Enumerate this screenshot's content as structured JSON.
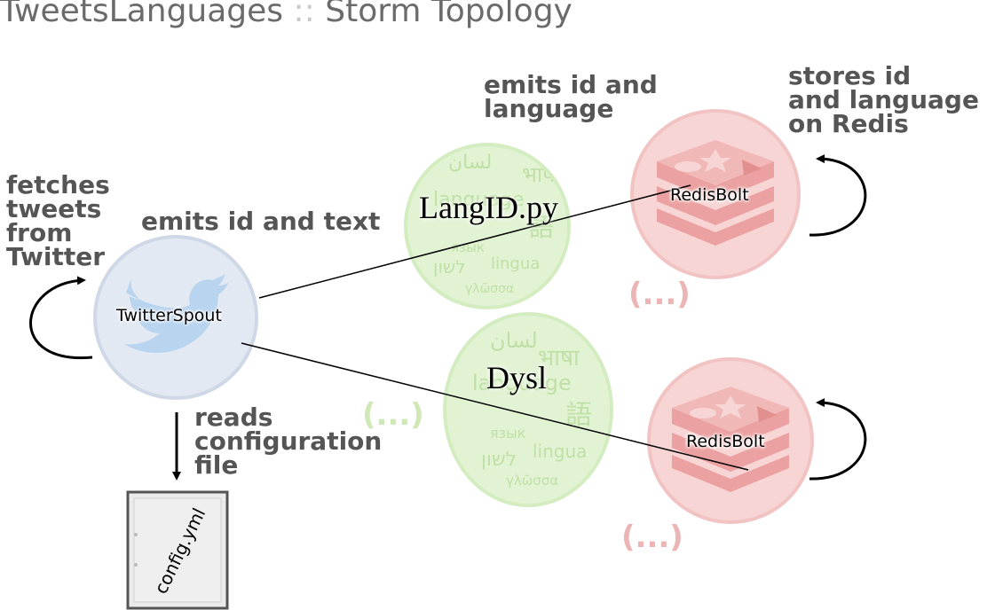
{
  "title": {
    "app": "TweetsLanguages",
    "separator": "::",
    "subtitle": "Storm Topology"
  },
  "annotations": {
    "fetches": "fetches\ntweets\nfrom\nTwitter",
    "emits_text": "emits id and text",
    "emits_language": "emits id and\nlanguage",
    "stores": "stores id\nand language\non Redis",
    "reads_config": "reads\nconfiguration\nfile"
  },
  "nodes": {
    "spout": {
      "label": "TwitterSpout",
      "icon": "twitter-bird-icon",
      "fill": "#e3e9f3",
      "stroke": "#cfd8e6"
    },
    "langid": {
      "label": "LangID.py",
      "icon": "languages-word-cloud-icon",
      "fill": "#e2f3d3",
      "stroke": "#d3ecc0"
    },
    "dysl": {
      "label": "Dysl",
      "icon": "languages-word-cloud-icon",
      "fill": "#e2f3d3",
      "stroke": "#d3ecc0"
    },
    "redis1": {
      "label": "RedisBolt",
      "icon": "redis-logo-icon",
      "fill": "#f8d5d5",
      "stroke": "#f2c3c3"
    },
    "redis2": {
      "label": "RedisBolt",
      "icon": "redis-logo-icon",
      "fill": "#f8d5d5",
      "stroke": "#f2c3c3"
    }
  },
  "ellipses": {
    "bolts": "(...)",
    "redis1": "(...)",
    "redis2": "(...)"
  },
  "language_words": {
    "arabic": "لسان",
    "hindi": "भाषा",
    "language": "language",
    "chinese": "語",
    "russian": "язык",
    "hebrew": "לשון",
    "italian": "lingua",
    "greek": "γλῶσσα"
  },
  "config_file": {
    "label": "config.yml",
    "icon": "document-icon"
  },
  "colors": {
    "title": "#6b6b6b",
    "annotation": "#555555",
    "ellipsis_green": "#cfe8b6",
    "ellipsis_red": "#ecb4b4"
  }
}
